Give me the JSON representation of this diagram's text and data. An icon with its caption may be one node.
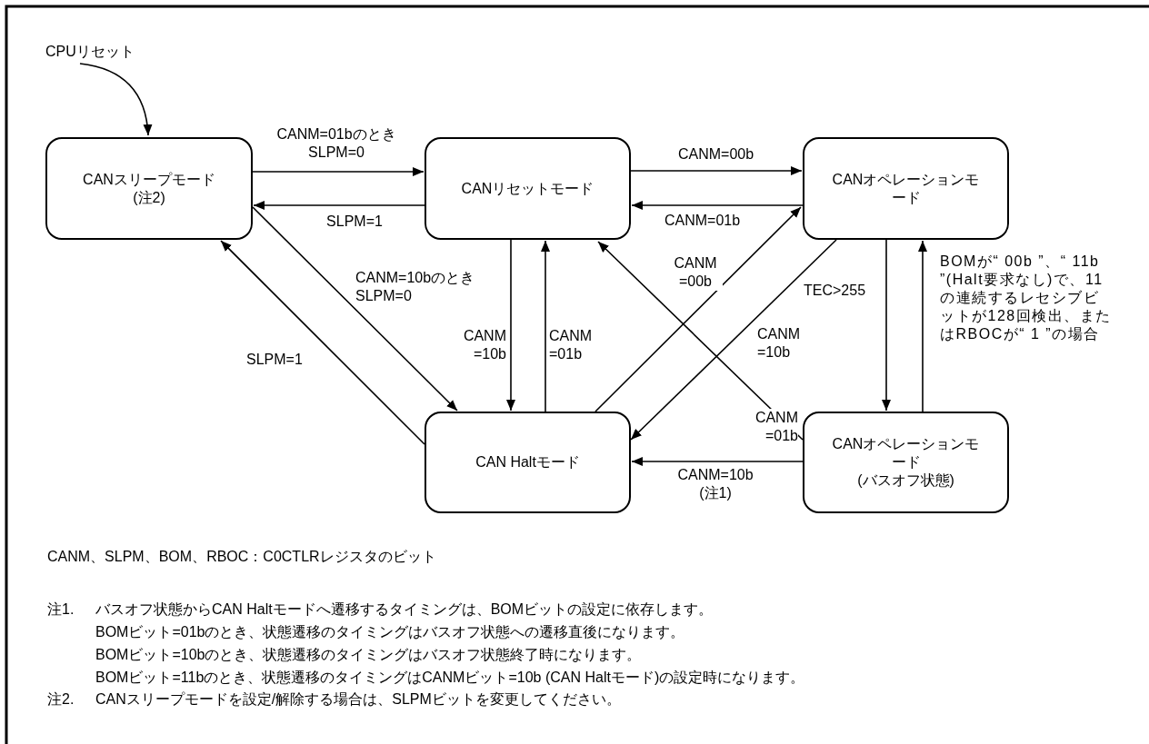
{
  "diagram": {
    "nodes": [
      {
        "text": [
          "CPUリセット"
        ]
      },
      {
        "text": [
          "CANスリープモード",
          "(注2)"
        ]
      },
      {
        "text": [
          "CANリセットモード"
        ]
      },
      {
        "text": [
          "CANオペレーションモード"
        ]
      },
      {
        "text": [
          "CAN Haltモード"
        ]
      },
      {
        "text": [
          "CANオペレーションモード",
          "(バスオフ状態)"
        ]
      }
    ],
    "edges": [
      {
        "from": 0,
        "to": 1,
        "arrow": "to"
      },
      {
        "from": 1,
        "to": 2,
        "arrow": "to",
        "label": "CANM=01bのとき SLPM=0"
      },
      {
        "from": 2,
        "to": 1,
        "arrow": "to",
        "label": "SLPM=1"
      },
      {
        "from": 2,
        "to": 3,
        "arrow": "to",
        "label": "CANM=00b"
      },
      {
        "from": 3,
        "to": 2,
        "arrow": "to",
        "label": "CANM=01b"
      },
      {
        "from": 1,
        "to": 4,
        "arrow": "to",
        "label": "CANM=10bのとき SLPM=0"
      },
      {
        "from": 4,
        "to": 1,
        "arrow": "to",
        "label": "SLPM=1"
      },
      {
        "from": 2,
        "to": 4,
        "arrow": "to",
        "label": "CANM =10b"
      },
      {
        "from": 4,
        "to": 2,
        "arrow": "to",
        "label": "CANM =01b"
      },
      {
        "from": 4,
        "to": 3,
        "arrow": "to",
        "label": "CANM =00b"
      },
      {
        "from": 3,
        "to": 4,
        "arrow": "to",
        "label": "CANM =10b"
      },
      {
        "from": 5,
        "to": 2,
        "arrow": "to",
        "label": "CANM =01b"
      },
      {
        "from": 3,
        "to": 5,
        "arrow": "to",
        "label": "TEC>255"
      },
      {
        "from": 5,
        "to": 3,
        "arrow": "to",
        "label": "BOMが“ 00b ”、“ 11b ”(Halt要求なし)で、11の連続するレセシブビットが128回検出、またはRBOCが“ 1 ”の場合"
      },
      {
        "from": 5,
        "to": 4,
        "arrow": "to",
        "label": "CANM=10b (注1)"
      }
    ],
    "labels": [
      "CANM、SLPM、BOM、RBOC：C0CTLRレジスタのビット",
      "注1.",
      "バスオフ状態からCAN Haltモードへ遷移するタイミングは、BOMビットの設定に依存します。",
      "BOMビット=01bのとき、状態遷移のタイミングはバスオフ状態への遷移直後になります。",
      "BOMビット=10bのとき、状態遷移のタイミングはバスオフ状態終了時になります。",
      "BOMビット=11bのとき、状態遷移のタイミングはCANMビット=10b (CAN Haltモード)の設定時になります。",
      "注2.",
      "CANスリープモードを設定/解除する場合は、SLPMビットを変更してください。"
    ]
  }
}
